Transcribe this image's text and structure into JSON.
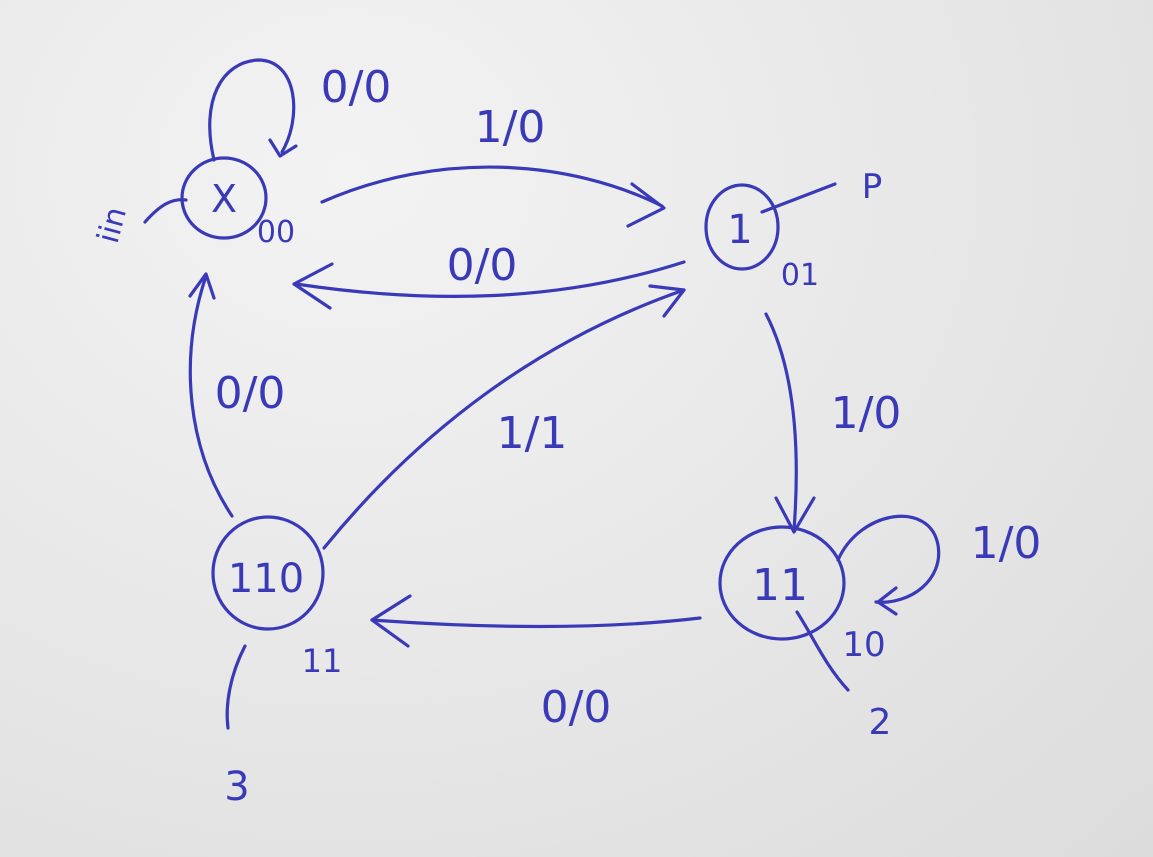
{
  "colors": {
    "ink": "#3a3ab8",
    "paper": "#ececec"
  },
  "states": [
    {
      "id": "s0",
      "label": "X",
      "code": "00"
    },
    {
      "id": "s1",
      "label": "1",
      "code": "01",
      "tag": "P"
    },
    {
      "id": "s2",
      "label": "11",
      "code": "10",
      "tag": "2"
    },
    {
      "id": "s3",
      "label": "110",
      "code": "11",
      "tag": "3"
    }
  ],
  "initial_marker": "iin",
  "transitions": [
    {
      "from": "s0",
      "to": "s0",
      "label": "0/0"
    },
    {
      "from": "s0",
      "to": "s1",
      "label": "1/0"
    },
    {
      "from": "s1",
      "to": "s0",
      "label": "0/0"
    },
    {
      "from": "s1",
      "to": "s2",
      "label": "1/0"
    },
    {
      "from": "s2",
      "to": "s2",
      "label": "1/0"
    },
    {
      "from": "s2",
      "to": "s3",
      "label": "0/0"
    },
    {
      "from": "s3",
      "to": "s0",
      "label": "0/0"
    },
    {
      "from": "s3",
      "to": "s1",
      "label": "1/1"
    }
  ]
}
